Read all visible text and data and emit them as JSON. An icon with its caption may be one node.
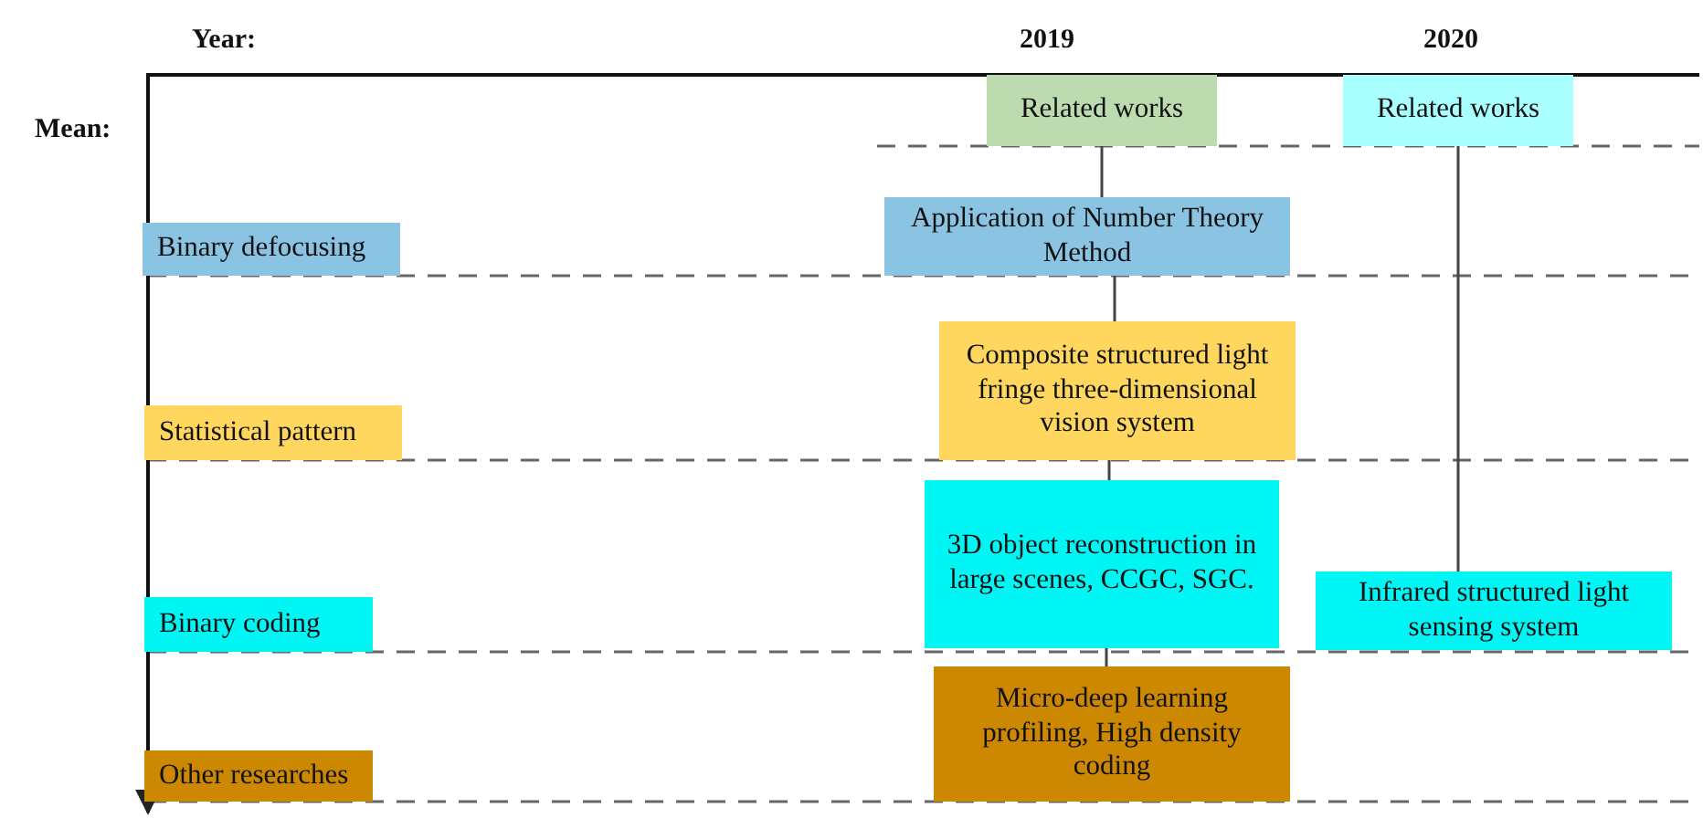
{
  "diagram": {
    "nodes": [
      {
        "text": [
          "Related works"
        ]
      },
      {
        "text": [
          "Related works"
        ]
      },
      {
        "text": [
          "Binary defocusing"
        ]
      },
      {
        "text": [
          "Application of Number Theory Method"
        ]
      },
      {
        "text": [
          "Statistical pattern"
        ]
      },
      {
        "text": [
          "Composite structured light fringe three-dimensional vision system"
        ]
      },
      {
        "text": [
          "Binary coding"
        ]
      },
      {
        "text": [
          "3D object reconstruction in large scenes, CCGC, SGC."
        ]
      },
      {
        "text": [
          "Infrared structured light sensing system"
        ]
      },
      {
        "text": [
          "Other researches"
        ]
      },
      {
        "text": [
          "Micro-deep learning profiling, High density coding"
        ]
      }
    ],
    "edges": [
      {
        "from": 0,
        "to": 3,
        "arrow": "none"
      },
      {
        "from": 3,
        "to": 5,
        "arrow": "none"
      },
      {
        "from": 5,
        "to": 7,
        "arrow": "none"
      },
      {
        "from": 7,
        "to": 10,
        "arrow": "none"
      },
      {
        "from": 1,
        "to": 8,
        "arrow": "none"
      }
    ],
    "labels": [
      "Year:",
      "2019",
      "2020",
      "Mean:"
    ]
  }
}
